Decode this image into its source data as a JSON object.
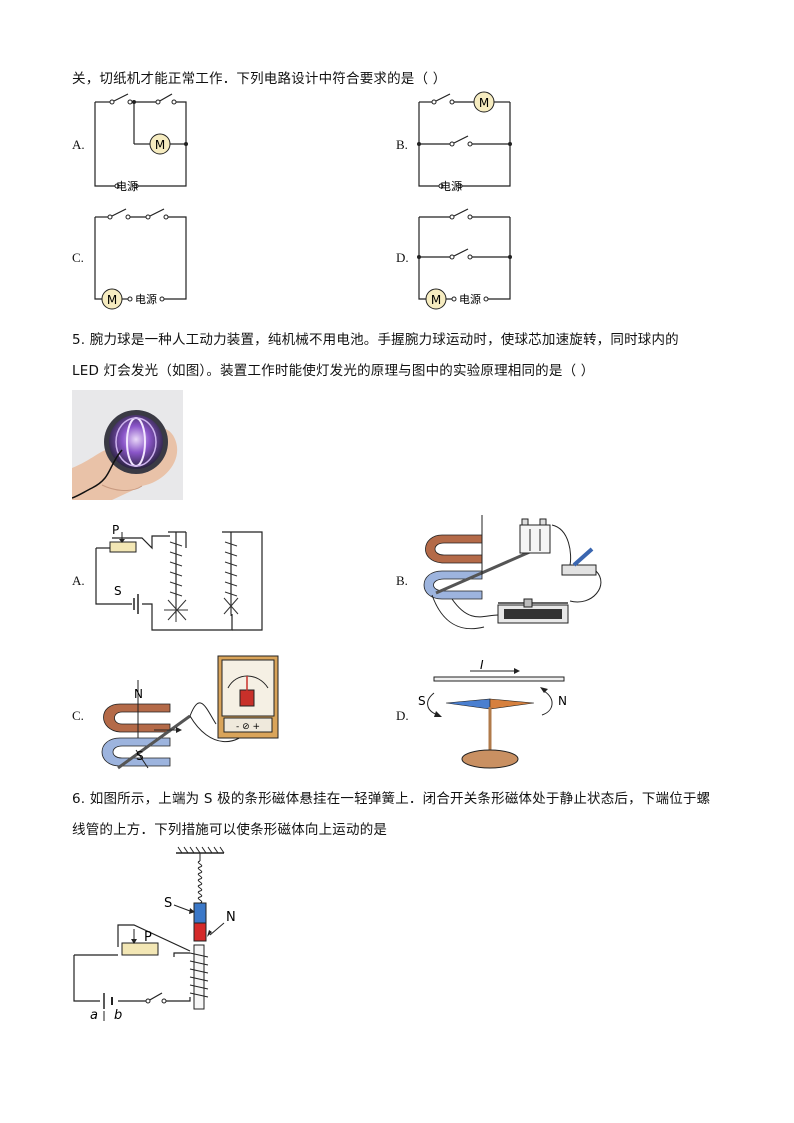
{
  "q4": {
    "stem_tail": "关，切纸机才能正常工作．下列电路设计中符合要求的是（     ）",
    "options": [
      "A.",
      "B.",
      "C.",
      "D."
    ],
    "motor_label": "M",
    "power_label": "电源"
  },
  "q5": {
    "line1": "5.  腕力球是一种人工动力装置，纯机械不用电池。手握腕力球运动时，使球芯加速旋转，同时球内的",
    "line2": "LED  灯会发光（如图）。装置工作时能使灯发光的原理与图中的实验原理相同的是（     ）",
    "options": [
      "A.",
      "B.",
      "C.",
      "D."
    ],
    "labels": {
      "P": "P",
      "S": "S",
      "N": "N",
      "I": "I"
    }
  },
  "q6": {
    "line1": "6.  如图所示，上端为 S 极的条形磁体悬挂在一轻弹簧上．闭合开关条形磁体处于静止状态后，下端位于螺",
    "line2": "线管的上方．下列措施可以使条形磁体向上运动的是",
    "labels": {
      "S": "S",
      "N": "N",
      "P": "P",
      "a": "a",
      "b": "b"
    }
  },
  "colors": {
    "magnet_red": "#d42a2a",
    "magnet_blue": "#3b78c8",
    "rheostat_fill": "#f3e7b5",
    "motor_fill": "#f6ecc0",
    "horseshoe_red": "#b46a48",
    "horseshoe_blue": "#9db4de",
    "needle_blue": "#4a7fd0",
    "needle_orange": "#d6803e"
  }
}
